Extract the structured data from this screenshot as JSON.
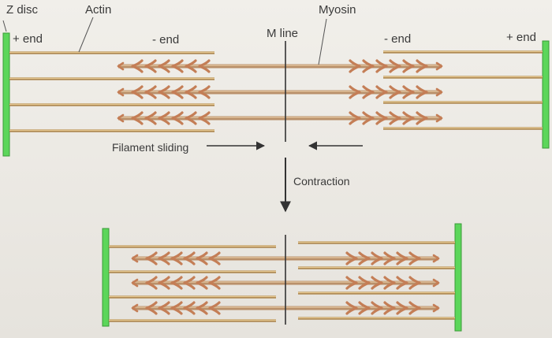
{
  "labels": {
    "z_disc": "Z disc",
    "actin": "Actin",
    "myosin": "Myosin",
    "m_line": "M line",
    "plus_end_left": "+ end",
    "minus_end_left": "- end",
    "minus_end_right": "- end",
    "plus_end_right": "+ end",
    "filament_sliding": "Filament sliding",
    "contraction": "Contraction"
  },
  "colors": {
    "z_disc": "#5cd65a",
    "actin": "#c9a36a",
    "myosin_rod": "#d6b48e",
    "myosin_head": "#c47e56",
    "line": "#333333"
  }
}
